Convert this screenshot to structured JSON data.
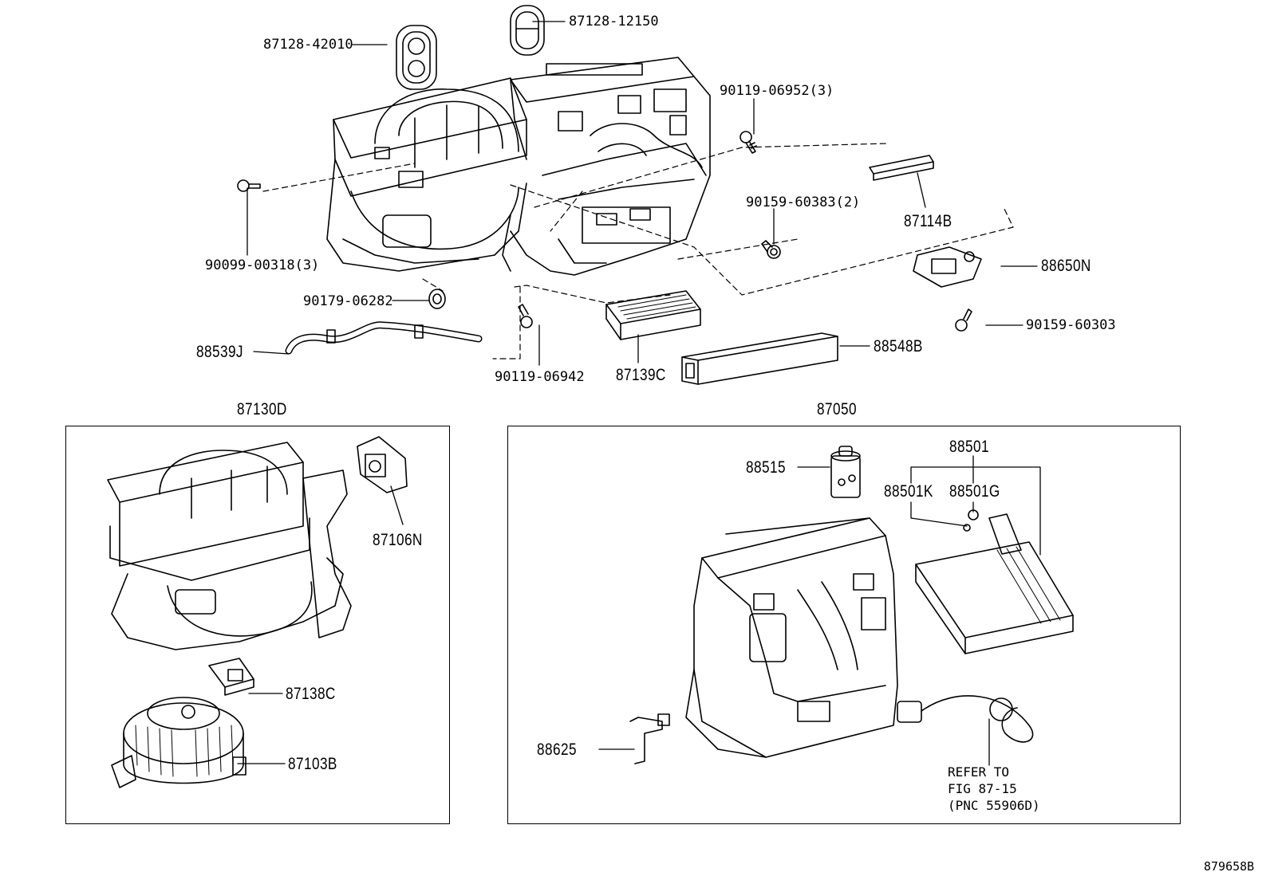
{
  "diagram_id": "879658B",
  "groups": {
    "left": "87130D",
    "right": "87050"
  },
  "labels": {
    "p87128_42010": "87128-42010",
    "p87128_12150": "87128-12150",
    "p90119_06952": "90119-06952(3)",
    "p90159_60383": "90159-60383(2)",
    "p87114B": "87114B",
    "p90099_00318": "90099-00318(3)",
    "p88650N": "88650N",
    "p90179_06282": "90179-06282",
    "p90159_60303": "90159-60303",
    "p88539J": "88539J",
    "p88548B": "88548B",
    "p87139C": "87139C",
    "p90119_06942": "90119-06942",
    "p87106N": "87106N",
    "p87138C": "87138C",
    "p87103B": "87103B",
    "p88515": "88515",
    "p88501": "88501",
    "p88501K": "88501K",
    "p88501G": "88501G",
    "p88625": "88625"
  },
  "refer": {
    "line1": "REFER TO",
    "line2": "FIG 87-15",
    "line3": "(PNC 55906D)"
  }
}
